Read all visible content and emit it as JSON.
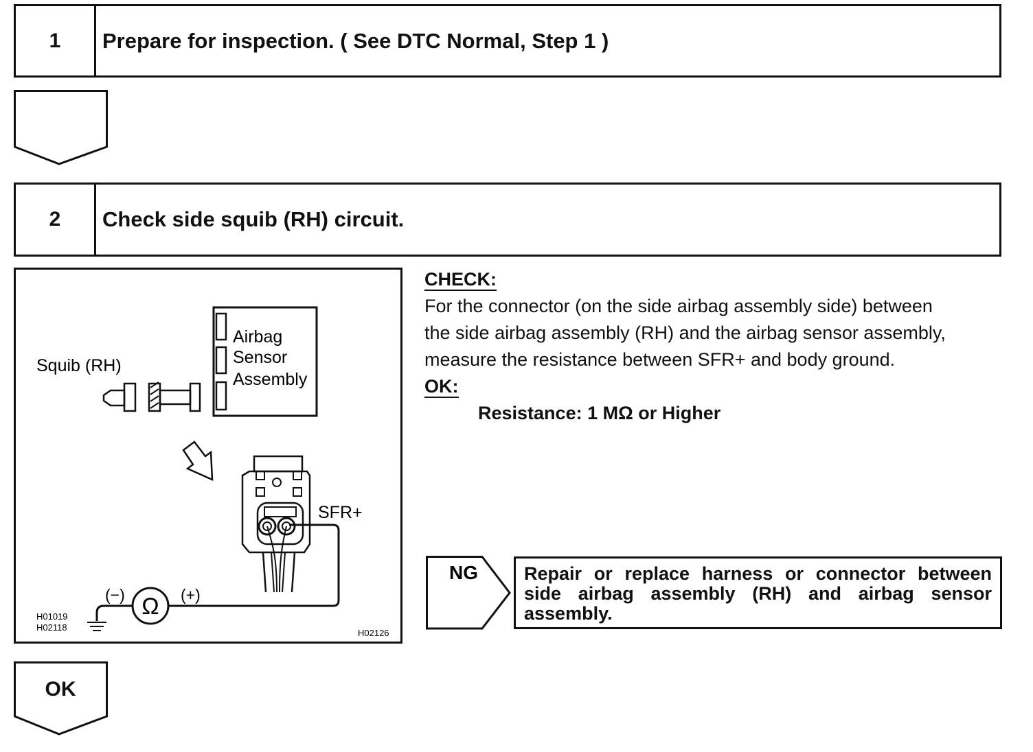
{
  "step1": {
    "number": "1",
    "title": "Prepare for inspection. ( See DTC Normal, Step 1 )"
  },
  "step2": {
    "number": "2",
    "title": "Check side squib (RH) circuit."
  },
  "diagram": {
    "label_squib": "Squib (RH)",
    "label_airbag": "Airbag",
    "label_sensor": "Sensor",
    "label_assembly": "Assembly",
    "label_sfr": "SFR+",
    "label_minus": "(−)",
    "label_plus": "(+)",
    "label_ohm": "Ω",
    "code1": "H01019",
    "code2": "H02118",
    "code3": "H02126"
  },
  "check": {
    "header": "CHECK:",
    "line1": "For the connector (on the side airbag assembly side) between",
    "line2": "the side airbag assembly (RH) and the airbag sensor assembly,",
    "line3": "measure the resistance between SFR+ and body ground.",
    "ok_header": "OK:",
    "spec": "Resistance: 1 MΩ or Higher"
  },
  "ng": {
    "label": "NG",
    "action": "Repair or replace harness or connector between side airbag assembly (RH) and airbag sensor assembly."
  },
  "ok_label": "OK"
}
